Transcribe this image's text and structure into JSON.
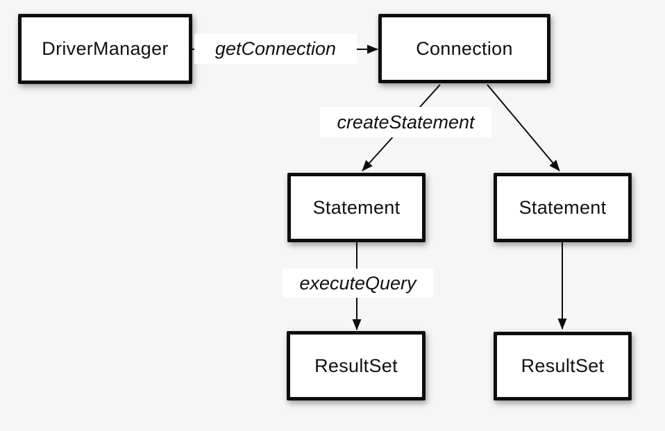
{
  "colors": {
    "background": "#f6f6f6",
    "box_fill": "#ffffff",
    "box_border": "#0d0d0d",
    "line": "#0d0d0d",
    "text": "#111111"
  },
  "nodes": {
    "driver_manager": {
      "label": "DriverManager"
    },
    "connection": {
      "label": "Connection"
    },
    "statement_left": {
      "label": "Statement"
    },
    "statement_right": {
      "label": "Statement"
    },
    "resultset_left": {
      "label": "ResultSet"
    },
    "resultset_right": {
      "label": "ResultSet"
    }
  },
  "edges": {
    "get_connection": {
      "label": "getConnection",
      "from": "DriverManager",
      "to": "Connection"
    },
    "create_statement": {
      "label": "createStatement",
      "from": "Connection",
      "to": "Statement (left)"
    },
    "connection_to_statement_right": {
      "from": "Connection",
      "to": "Statement (right)"
    },
    "execute_query": {
      "label": "executeQuery",
      "from": "Statement (left)",
      "to": "ResultSet (left)"
    },
    "statement_right_to_resultset_right": {
      "from": "Statement (right)",
      "to": "ResultSet (right)"
    }
  }
}
